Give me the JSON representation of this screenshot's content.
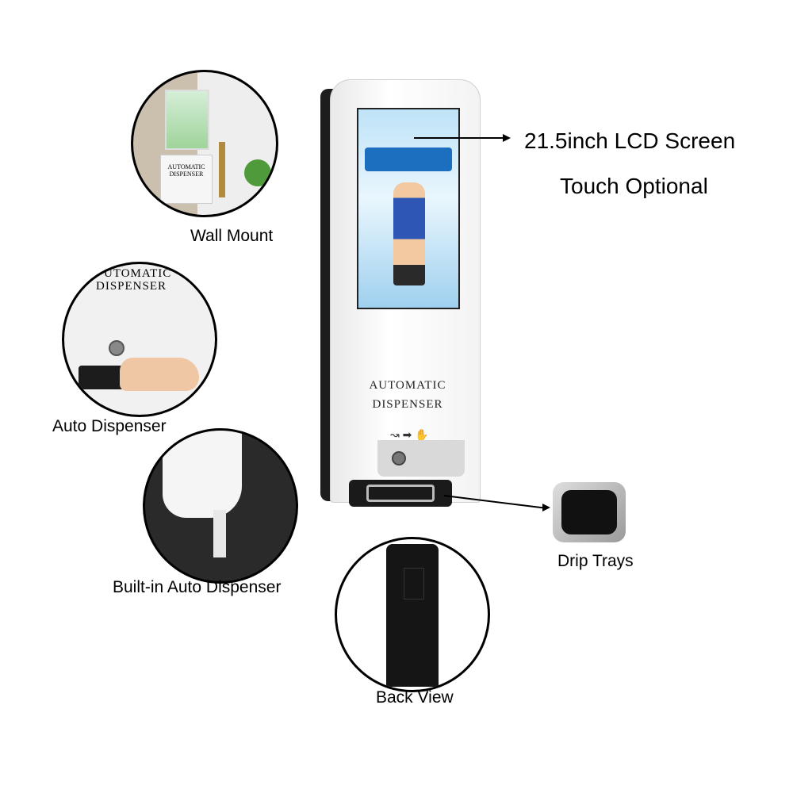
{
  "callouts": {
    "screen_line1": "21.5inch LCD Screen",
    "screen_line2": "Touch Optional"
  },
  "kiosk_text": {
    "line1": "AUTOMATIC",
    "line2": "DISPENSER"
  },
  "captions": {
    "wall_mount": "Wall Mount",
    "auto_dispenser": "Auto Dispenser",
    "built_in": "Built-in Auto Dispenser",
    "back_view": "Back View",
    "drip_trays": "Drip Trays"
  },
  "detail_text": {
    "auto_top": "UTOMATIC",
    "auto_bottom": "DISPENSER",
    "wall_small1": "AUTOMATIC",
    "wall_small2": "DISPENSER"
  }
}
